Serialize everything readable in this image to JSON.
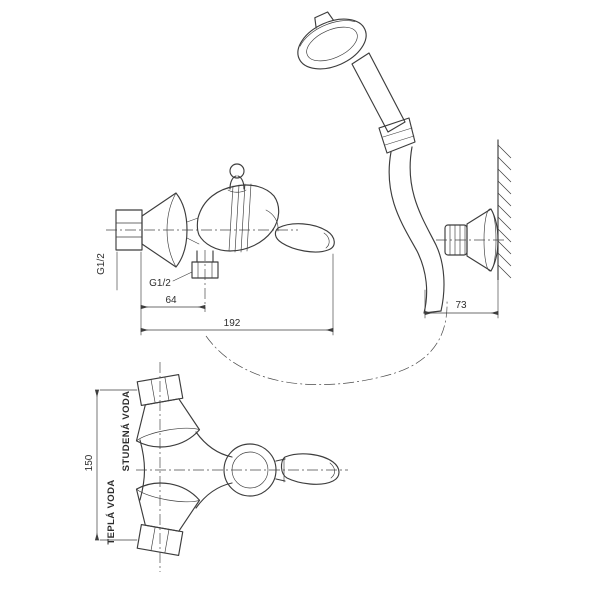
{
  "drawing": {
    "background": "#ffffff",
    "line_color": "#3d3d3d"
  },
  "views": {
    "side_view": {
      "thread_wall": "G1/2",
      "thread_outlet": "G1/2",
      "dim_outlet_offset": "64",
      "dim_overall": "192"
    },
    "shower_view": {
      "dim_bracket": "73"
    },
    "front_view": {
      "dim_inlet_spacing": "150",
      "label_cold": "STUDENÁ VODA",
      "label_hot": "TEPLÁ VODA"
    }
  }
}
